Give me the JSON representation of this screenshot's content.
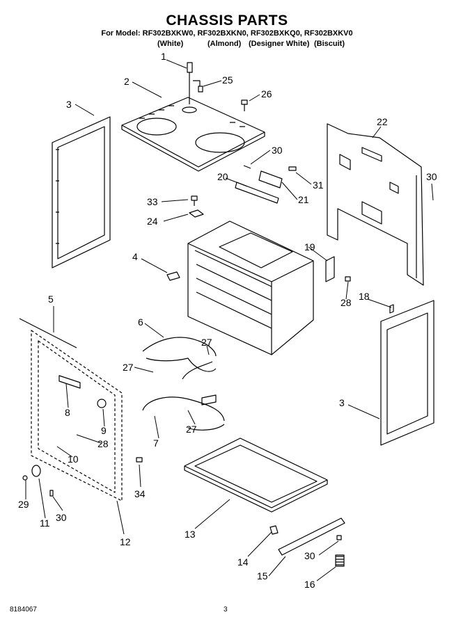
{
  "header": {
    "title": "CHASSIS PARTS",
    "models": "For Model: RF302BXKW0, RF302BXKN0, RF302BXKQ0, RF302BXKV0",
    "colors": [
      "(White)",
      "(Almond)",
      "(Designer White)",
      "(Biscuit)"
    ]
  },
  "callouts": {
    "c1": "1",
    "c2": "2",
    "c3a": "3",
    "c3b": "3",
    "c4": "4",
    "c5": "5",
    "c6": "6",
    "c7": "7",
    "c8": "8",
    "c9": "9",
    "c10": "10",
    "c11": "11",
    "c12": "12",
    "c13": "13",
    "c14": "14",
    "c15": "15",
    "c16": "16",
    "c18": "18",
    "c19": "19",
    "c20": "20",
    "c21": "21",
    "c22": "22",
    "c24": "24",
    "c25": "25",
    "c26": "26",
    "c27a": "27",
    "c27b": "27",
    "c27c": "27",
    "c28a": "28",
    "c28b": "28",
    "c29": "29",
    "c30a": "30",
    "c30b": "30",
    "c30c": "30",
    "c30d": "30",
    "c31": "31",
    "c33": "33",
    "c34": "34"
  },
  "footer": {
    "doc_number": "8184067",
    "page_number": "3"
  }
}
